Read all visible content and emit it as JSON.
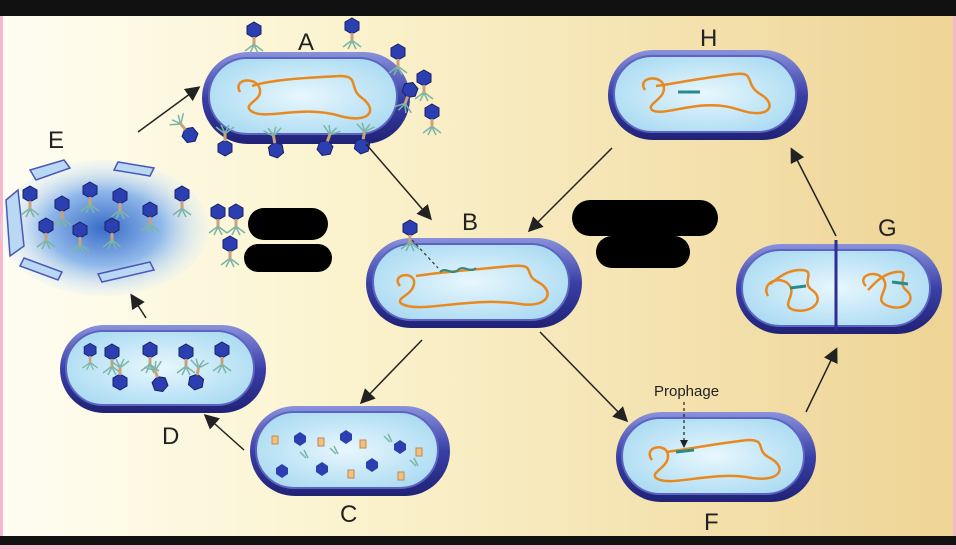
{
  "labels": {
    "A": "A",
    "B": "B",
    "C": "C",
    "D": "D",
    "E": "E",
    "F": "F",
    "G": "G",
    "H": "H"
  },
  "prophage_label": "Prophage",
  "colors": {
    "background_left": "#fdfbe8",
    "background_right": "#efd99a",
    "frame": "#111111",
    "side_border": "#f6b8cf",
    "cell_wall_dark": "#2c2f8f",
    "cell_wall_light": "#7f86d4",
    "cytoplasm": "#bfe6f7",
    "chromosome": "#e8891f",
    "phage_dna": "#2a8a8a",
    "phage_head": "#2c3fb0",
    "redaction": "#000000"
  }
}
